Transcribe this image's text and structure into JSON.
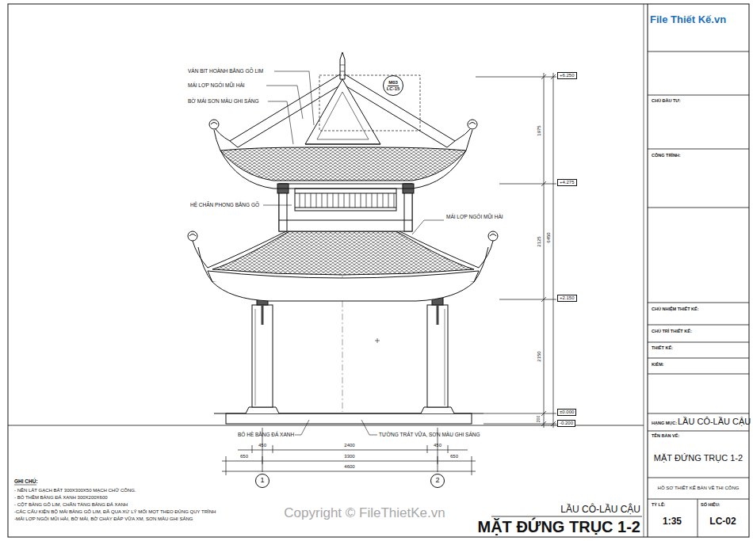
{
  "diagram": {
    "title": "MẶT ĐỨNG TRỤC 1-2",
    "nodes": [
      {
        "text": [
          "M03",
          "LC-15"
        ]
      },
      {
        "text": [
          "1"
        ]
      },
      {
        "text": [
          "2"
        ]
      }
    ],
    "labels": [
      "+6.250",
      "VÁN BIT HOÀNH BẰNG GỖ LIM",
      "MÁI LỢP NGÓI MŨI HÀI",
      "BỜ MÁI SƠN MÀU GHI SÁNG",
      "1975",
      "+4.275",
      "HỆ CHẤN PHONG BẰNG GỖ",
      "MÁI LỢP NGÓI MŨI HÀI",
      "2125",
      "6450",
      "+2.150",
      "2150",
      "±0.000",
      "-0.200",
      "200",
      "BÓ HÈ BẰNG ĐÁ XANH",
      "TƯỜNG TRÁT VỮA, SƠN MÀU GHI SÁNG",
      "450",
      "2400",
      "450",
      "650",
      "3300",
      "650",
      "4600",
      "GHI CHÚ:",
      "- NỀN LÁT GẠCH BÁT 300X300X50 MẠCH CHỮ CÔNG.",
      "- BÓ THỀM BẰNG ĐÁ XANH 300X200X600",
      "- CỘT BẰNG GỖ LIM, CHÂN TẢNG BẰNG ĐÁ XANH",
      "-CÁC CẤU KIỆN BỘ MÁI BẰNG GỖ LIM, ĐÃ QUA XỬ LÝ MỐI MỌT THEO ĐÚNG QUY TRÌNH",
      "-MÁI LỢP NGÓI MŨI HÀI, BỜ MÁI, BỜ CHẢY ĐẮP VỮA XM, SƠN MÀU GHI SÁNG",
      "LẦU CÔ-LẦU CẬU",
      "Copyright © FileThietKe.vn",
      "File Thiết Kế.vn",
      "CHỦ ĐẦU TƯ:",
      "CÔNG TRÌNH:",
      "CHỦ NHIỆM THIẾT KẾ:",
      "CHỦ TRÌ THIẾT KẾ:",
      "THIẾT KẾ:",
      "KIỂM:",
      "HẠNG MỤC:",
      "LẦU CÔ-LẦU CẬU",
      "TÊN BẢN VẼ:",
      "MẶT ĐỨNG TRỤC 1-2",
      "HỒ SƠ THIẾT KẾ BẢN VẼ THI CÔNG",
      "TỶ LỆ:",
      "1:35",
      "SỐ HIỆU:",
      "LC-02"
    ]
  }
}
